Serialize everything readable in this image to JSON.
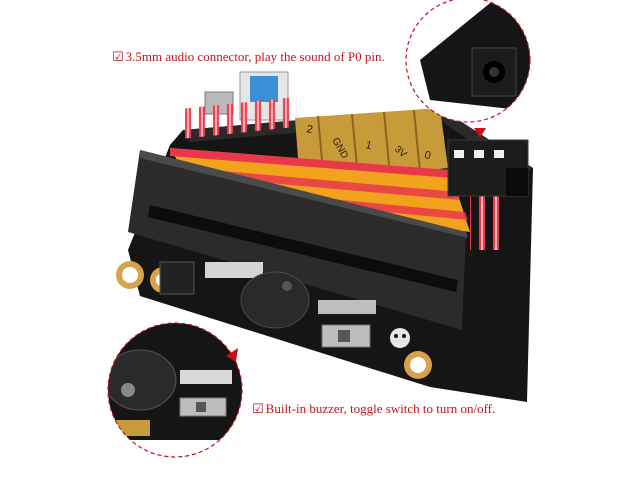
{
  "captions": {
    "audio": {
      "mark": "☑",
      "text": "3.5mm audio connector, play the sound of P0 pin."
    },
    "buzzer": {
      "mark": "☑",
      "text": "Built-in buzzer, toggle switch to turn on/off."
    }
  },
  "board": {
    "pad_labels": [
      "2",
      "GND",
      "1",
      "3V",
      "0"
    ]
  },
  "colors": {
    "accent": "#c4121a",
    "pcb": "#151515",
    "header_yellow": "#f3a21e",
    "pin_red": "#e8384a",
    "pad_gold": "#c79a3a",
    "callout_border": "#c4121a"
  }
}
